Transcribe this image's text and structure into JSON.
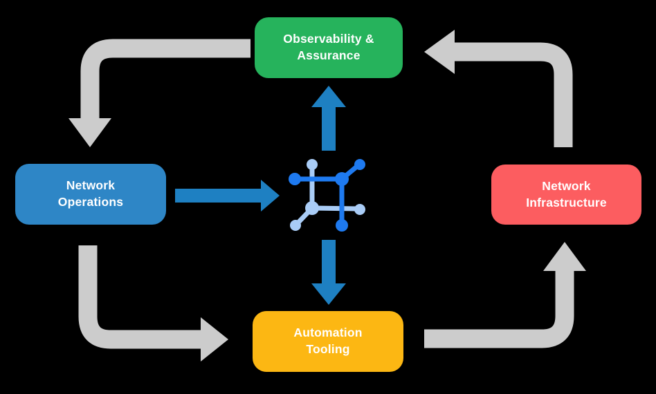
{
  "background": "#000000",
  "colors": {
    "green": "#26B35C",
    "blue": "#2E86C6",
    "red": "#FC5D60",
    "yellow": "#FCB713",
    "gray": "#CCCCCC",
    "arrow_blue": "#1E80C2",
    "icon_dark": "#1E7AF0",
    "icon_light": "#A9CCF6",
    "background": "#000000",
    "text": "#FFFFFF"
  },
  "diagram": {
    "nodes": [
      {
        "id": "observability-assurance",
        "lines": [
          "Observability &",
          "Assurance"
        ],
        "color": "#26B35C"
      },
      {
        "id": "network-operations",
        "lines": [
          "Network",
          "Operations"
        ],
        "color": "#2E86C6"
      },
      {
        "id": "network-infrastructure",
        "lines": [
          "Network",
          "Infrastructure"
        ],
        "color": "#FC5D60"
      },
      {
        "id": "automation-tooling",
        "lines": [
          "Automation",
          "Tooling"
        ],
        "color": "#FCB713"
      }
    ],
    "center_icon": {
      "name": "network-fabric-icon",
      "dark_blue": "#1E7AF0",
      "light_blue": "#A9CCF6"
    },
    "cycle_arrows": [
      {
        "from": "observability-assurance",
        "to": "network-operations",
        "shape": "elbow-down",
        "color": "#CCCCCC"
      },
      {
        "from": "network-operations",
        "to": "automation-tooling",
        "shape": "elbow-right",
        "color": "#CCCCCC"
      },
      {
        "from": "automation-tooling",
        "to": "network-infrastructure",
        "shape": "elbow-up",
        "color": "#CCCCCC"
      },
      {
        "from": "network-infrastructure",
        "to": "observability-assurance",
        "shape": "elbow-left",
        "color": "#CCCCCC"
      }
    ],
    "hub_arrows": [
      {
        "from": "network-operations",
        "to": "center-hub",
        "direction": "right",
        "color": "#1E80C2"
      },
      {
        "from": "center-hub",
        "to": "observability-assurance",
        "direction": "up",
        "color": "#1E80C2"
      },
      {
        "from": "center-hub",
        "to": "automation-tooling",
        "direction": "down",
        "color": "#1E80C2"
      }
    ]
  }
}
